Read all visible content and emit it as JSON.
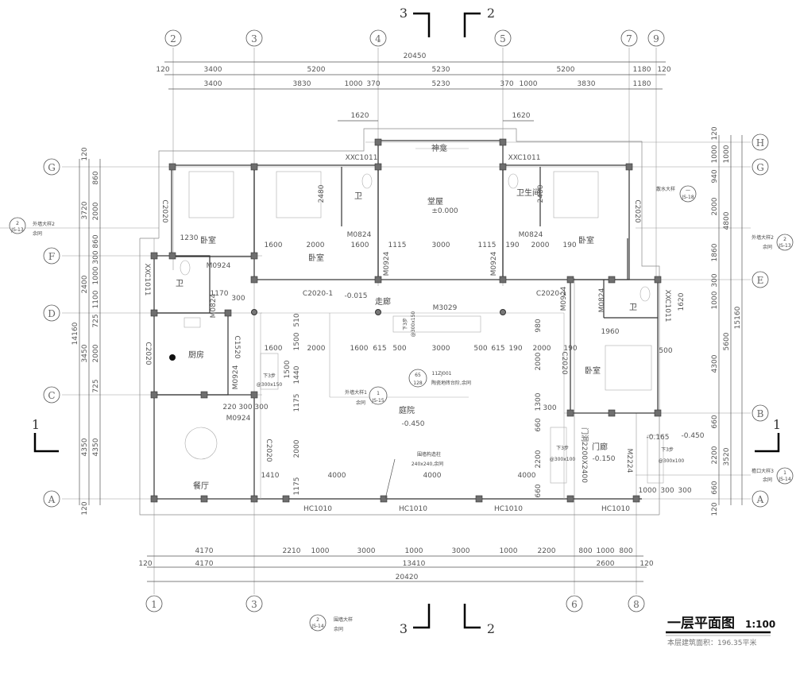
{
  "title": "一层平面图",
  "scale": "1:100",
  "area_note": "本层建筑面积：196.35平米",
  "axes": {
    "top": [
      "2",
      "3",
      "4",
      "5",
      "7",
      "9"
    ],
    "bottom": [
      "1",
      "3",
      "6",
      "8"
    ],
    "left": [
      "G",
      "F",
      "D",
      "C",
      "A"
    ],
    "right": [
      "H",
      "G",
      "E",
      "B",
      "A"
    ]
  },
  "section_marks": {
    "top_left": "3",
    "top_right": "2",
    "bottom_left": "3",
    "bottom_right": "2",
    "left": "1",
    "right": "1"
  },
  "dims_top": {
    "total": "20450",
    "row2": [
      "120",
      "3400",
      "5200",
      "5230",
      "5200",
      "1180",
      "120"
    ],
    "row3": [
      "3400",
      "3830",
      "1000",
      "370",
      "5230",
      "370",
      "1000",
      "3830",
      "1180"
    ],
    "porch": [
      "1620",
      "1620"
    ]
  },
  "dims_bottom": {
    "row1": [
      "4170",
      "2210",
      "1000",
      "3000",
      "1000",
      "3000",
      "1000",
      "2200",
      "800",
      "1000",
      "800"
    ],
    "row2": [
      "120",
      "4170",
      "13410",
      "2600",
      "120"
    ],
    "total": "20420"
  },
  "dims_left": {
    "total": "14160",
    "mid": [
      "120",
      "3720",
      "2400",
      "3450",
      "4350",
      "120"
    ],
    "inner": [
      "860",
      "2000",
      "860",
      "300",
      "1000",
      "1100",
      "725",
      "2000",
      "725",
      "4350"
    ]
  },
  "dims_right": {
    "total": "15160",
    "mid": [
      "1000",
      "4800",
      "5600",
      "3520"
    ],
    "inner": [
      "120",
      "1000",
      "940",
      "2000",
      "1860",
      "300",
      "1000",
      "4300",
      "660",
      "2200",
      "660",
      "120"
    ],
    "extra": "1620"
  },
  "rooms": [
    "卧室",
    "卧室",
    "卫",
    "卫",
    "堂屋",
    "神龛",
    "卫生间",
    "卧室",
    "卫",
    "卧室",
    "厨房",
    "餐厅",
    "庭院",
    "走廊",
    "门廊"
  ],
  "elevations": [
    "±0.000",
    "-0.015",
    "-0.450",
    "-0.150",
    "-0.165",
    "-0.450"
  ],
  "openings": [
    "XXC1011",
    "XXC1011",
    "C2020",
    "M0824",
    "M0824",
    "M0924",
    "M0924",
    "M0924",
    "C2020-1",
    "M3029",
    "C2020-1",
    "M0924",
    "M0824",
    "XXC1011",
    "M0824",
    "C1520",
    "M0924",
    "M0924",
    "C2020",
    "C2020",
    "C2020",
    "XXC1011",
    "C2020",
    "M2224",
    "门洞2200X2400",
    "HC1010",
    "HC1010",
    "HC1010",
    "HC1010"
  ],
  "inner_dims": [
    "1230",
    "1600",
    "2000",
    "1600",
    "1115",
    "3000",
    "1115",
    "190",
    "2000",
    "190",
    "1170",
    "2480",
    "2480",
    "1960",
    "500",
    "1600",
    "2000",
    "1600",
    "615",
    "500",
    "3000",
    "500",
    "615",
    "190",
    "2000",
    "190",
    "510",
    "1500",
    "1440",
    "1175",
    "2000",
    "1175",
    "1500",
    "220",
    "300",
    "300",
    "1410",
    "4000",
    "4000",
    "4000",
    "980",
    "2000",
    "1300",
    "660",
    "2200",
    "660",
    "300",
    "1000",
    "300",
    "300",
    "300"
  ],
  "notes": {
    "steps": [
      {
        "label": "下3步",
        "spec": "@300x150"
      },
      {
        "label": "下3步",
        "spec": "@300x150"
      },
      {
        "label": "下3步",
        "spec": "@300x100"
      },
      {
        "label": "下3步",
        "spec": "@300x100"
      }
    ],
    "detail1": {
      "label": "外墙大样1",
      "sub": "余同",
      "num": "1",
      "sheet": "JS-15"
    },
    "detail_steps": {
      "code": "11ZJ001",
      "desc": "陶瓷地砖台阶,余同",
      "num": "65",
      "sheet": "128"
    },
    "column": {
      "label": "围墙构造柱",
      "spec": "240x240,余同"
    },
    "wall2_left": {
      "label": "外墙大样2",
      "sub": "余同"
    },
    "wall2_right": {
      "label": "外墙大样2",
      "sub": "余同",
      "num": "2",
      "sheet": "JS-13"
    },
    "eave3": {
      "label": "檐口大样3",
      "sub": "余同",
      "num": "1",
      "sheet": "JS-14"
    },
    "apron": {
      "label": "散水大样",
      "num": "一",
      "sheet": "JS-18"
    },
    "fence": {
      "label": "围墙大样",
      "sub": "余同",
      "num": "2",
      "sheet": "JS-14"
    }
  }
}
